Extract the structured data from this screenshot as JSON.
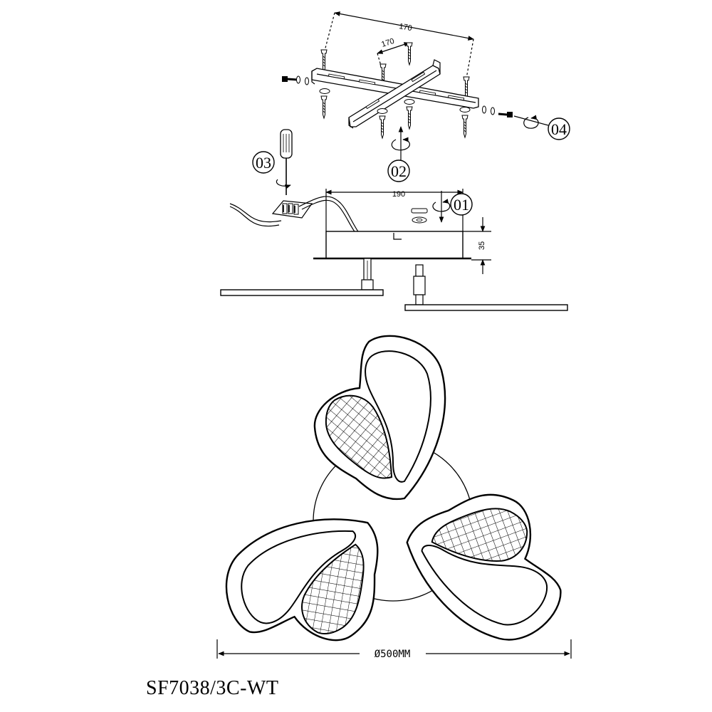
{
  "dimensions": {
    "bracket_span_long": "170",
    "bracket_span_short": "170",
    "base_width": "190",
    "base_height": "35",
    "diameter": "Ø500MM"
  },
  "steps": {
    "step1": "01",
    "step2": "02",
    "step3": "03",
    "step4": "04"
  },
  "model_number": "SF7038/3C-WT",
  "icons": [
    "screwdriver-icon",
    "rotate-arrow-icon",
    "screw-icon",
    "wire-connector-icon",
    "mounting-bracket-icon"
  ]
}
